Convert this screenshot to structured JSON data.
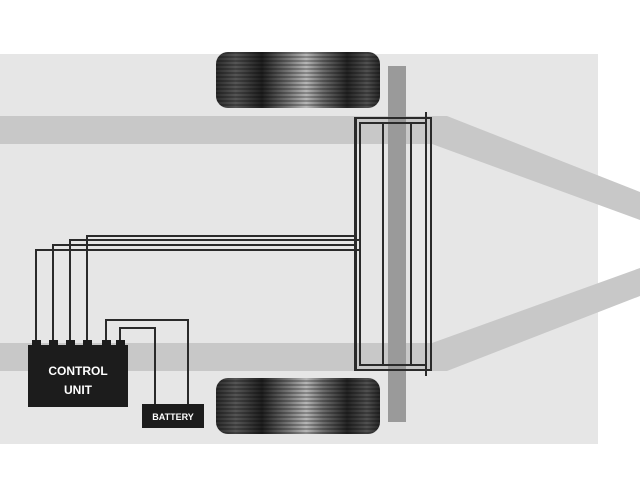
{
  "control_unit": {
    "line1": "CONTROL",
    "line2": "UNIT"
  },
  "battery": {
    "label": "BATTERY"
  },
  "colors": {
    "background": "#ffffff",
    "panel": "#e6e6e6",
    "frame_rail": "#c8c8c8",
    "axle": "#9a9a9a",
    "wire": "#2a2a2a",
    "box_fill": "#1c1c1c",
    "box_text": "#ffffff"
  }
}
